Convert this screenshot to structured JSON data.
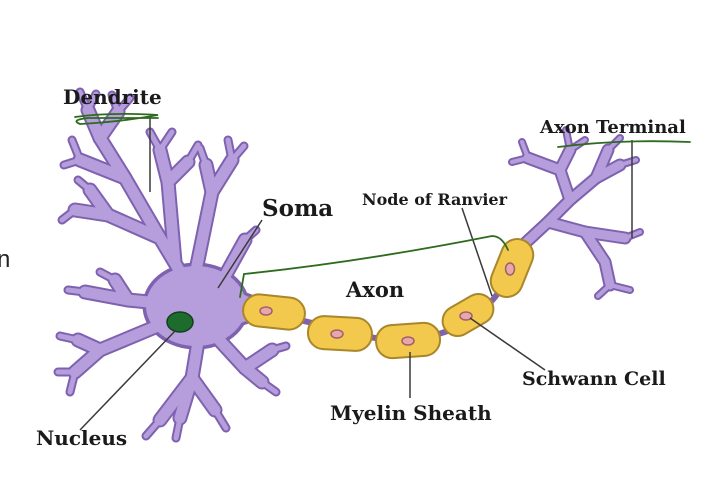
{
  "diagram": {
    "labels": {
      "dendrite": "Dendrite",
      "soma": "Soma",
      "nucleus": "Nucleus",
      "axon": "Axon",
      "node_of_ranvier": "Node of Ranvier",
      "axon_terminal": "Axon Terminal",
      "schwann_cell": "Schwann Cell",
      "myelin_sheath": "Myelin Sheath"
    },
    "edge_fragment": "n"
  },
  "colors": {
    "cell_body": "#b69ddb",
    "cell_outline": "#7e62b0",
    "nucleus": "#1e6b2e",
    "myelin": "#f2c94c",
    "myelin_outline": "#a9862a",
    "schwann_nucleus": "#e9a6ad",
    "annotation_green": "#2f6b1f",
    "leader_line": "#3a3a3a"
  }
}
